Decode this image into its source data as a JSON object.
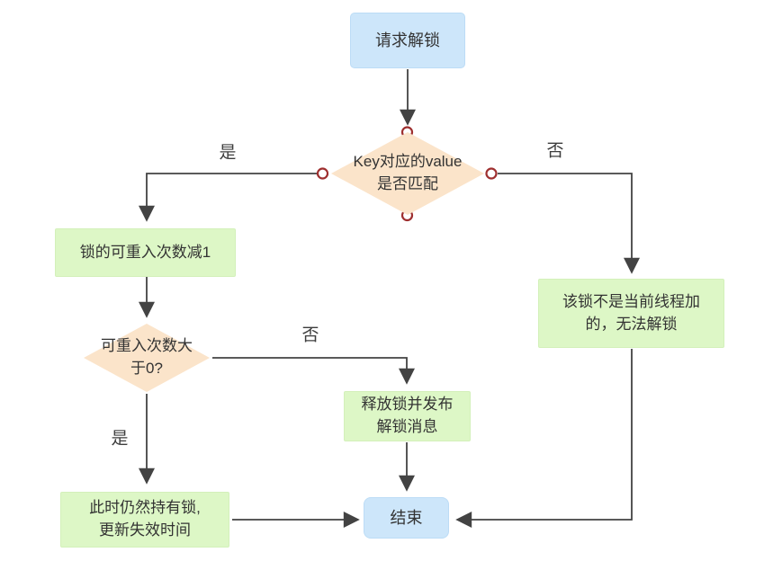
{
  "colors": {
    "terminal-fill": "#cde6fa",
    "terminal-border": "#bcdcf6",
    "process-fill": "#ddf7c6",
    "process-border": "#d3f0ba",
    "decision-fill": "#fbe4ca",
    "edge": "#434343",
    "connection-point": "#9e2f2f",
    "text": "#333333"
  },
  "nodes": {
    "start": {
      "label": "请求解锁"
    },
    "decision_key_value": {
      "label": "Key对应的value\n是否匹配"
    },
    "decrement_reentrant": {
      "label": "锁的可重入次数减1"
    },
    "decision_reentrant_gt0": {
      "label": "可重入次数大\n于0?"
    },
    "release_lock": {
      "label": "释放锁并发布\n解锁消息"
    },
    "still_hold_lock": {
      "label": "此时仍然持有锁,\n更新失效时间"
    },
    "not_owner": {
      "label": "该锁不是当前线程加\n的，无法解锁"
    },
    "end": {
      "label": "结束"
    }
  },
  "edge_labels": {
    "key_match_yes": "是",
    "key_match_no": "否",
    "reentrant_no": "否",
    "reentrant_yes": "是"
  }
}
